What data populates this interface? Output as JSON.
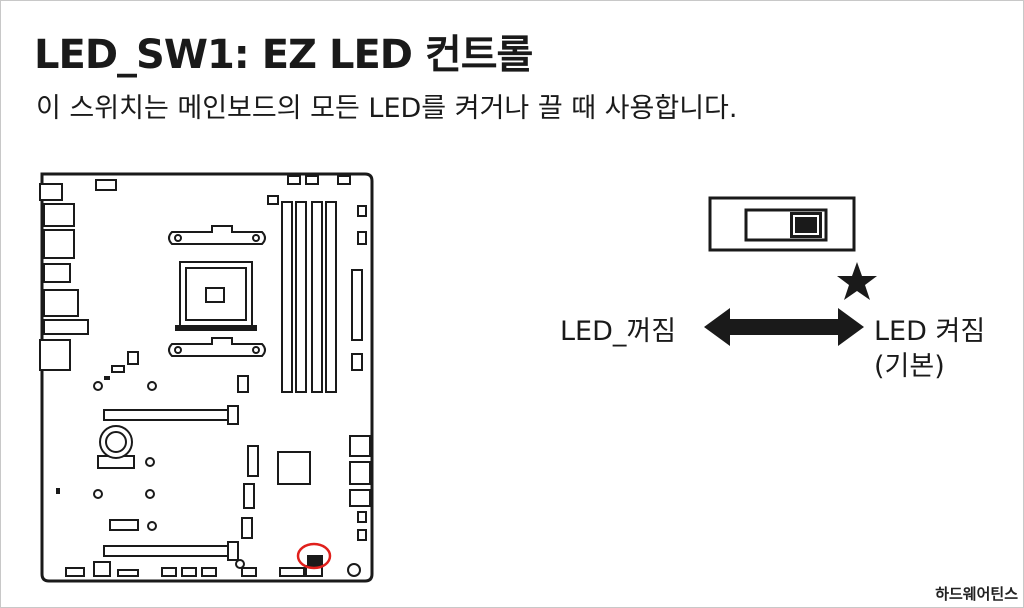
{
  "header": {
    "title": "LED_SW1: EZ LED 컨트롤",
    "description": "이 스위치는 메인보드의 모든 LED를 켜거나 끌 때 사용합니다."
  },
  "switch": {
    "off_label": "LED_꺼짐",
    "on_label": "LED 켜짐",
    "default_label": "(기본)",
    "default_marker_icon": "star-icon"
  },
  "highlight_color": "#e0201c",
  "watermark": "하드웨어틴스"
}
